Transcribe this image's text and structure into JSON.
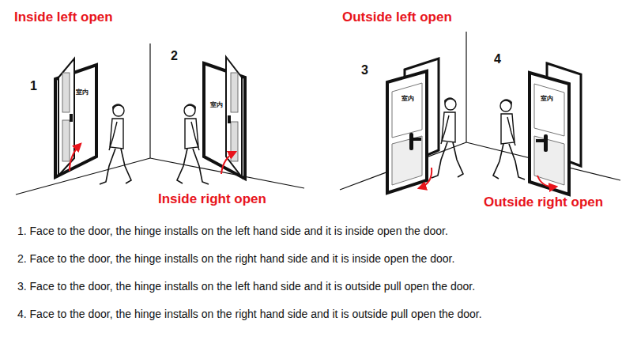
{
  "diagram": {
    "labels": [
      "Inside left open",
      "Outside left open",
      "1",
      "2",
      "3",
      "4",
      "室内",
      "室内",
      "室内",
      "室内",
      "Inside right open",
      "Outside right open",
      "1. Face to the door, the hinge installs on the left hand side and it is inside open the door.",
      "2. Face to the door, the hinge installs on the right hand side and it is inside open the door.",
      "3. Face to the door, the hinge installs on the left hand side and it is outside pull open the door.",
      "4. Face to the door, the hinge installs on the right hand side and it is outside pull open the door."
    ]
  }
}
